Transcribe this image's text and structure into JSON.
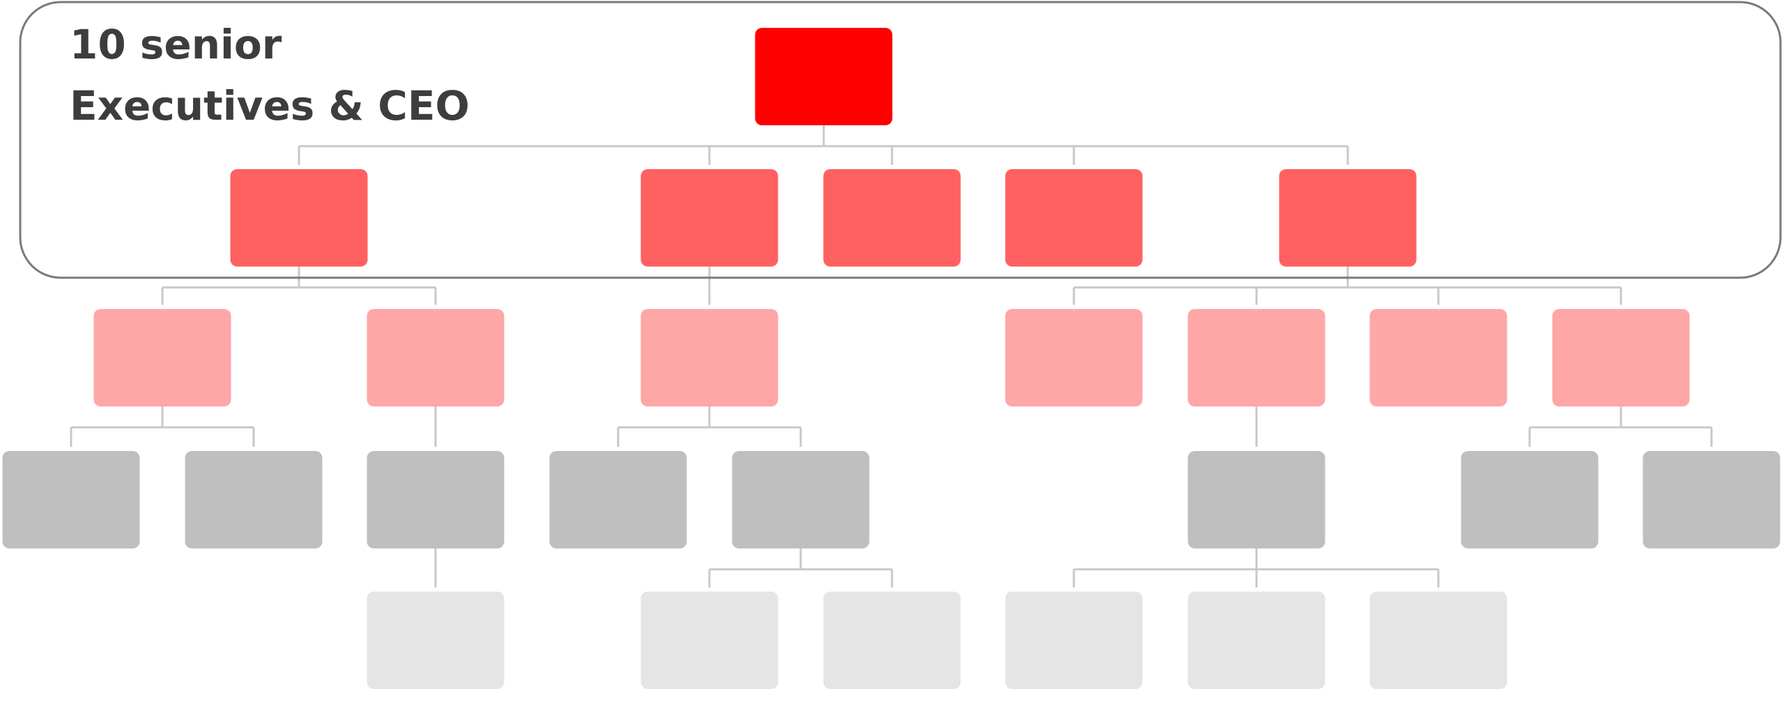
{
  "label": {
    "line1": "10 senior",
    "line2": "Executives & CEO"
  },
  "colors": {
    "ceo": "#ff0000",
    "executive": "#ff6161",
    "manager": "#ffa6a6",
    "staff": "#bfbfbf",
    "junior": "#e6e5e6",
    "connector": "#c8c8c8",
    "highlight_border": "#7a7a7a",
    "label_text": "#3d3d3d"
  },
  "org": {
    "id": "ceo",
    "level": "ceo",
    "children": [
      {
        "id": "exec-1",
        "level": "executive",
        "children": [
          {
            "id": "mgr-1",
            "level": "manager",
            "children": [
              {
                "id": "staff-1",
                "level": "staff"
              },
              {
                "id": "staff-2",
                "level": "staff"
              }
            ]
          },
          {
            "id": "mgr-2",
            "level": "manager",
            "children": [
              {
                "id": "staff-3",
                "level": "staff",
                "children": [
                  {
                    "id": "junior-1",
                    "level": "junior"
                  }
                ]
              }
            ]
          }
        ]
      },
      {
        "id": "exec-2",
        "level": "executive",
        "children": [
          {
            "id": "mgr-3",
            "level": "manager",
            "children": [
              {
                "id": "staff-4",
                "level": "staff"
              },
              {
                "id": "staff-5",
                "level": "staff",
                "children": [
                  {
                    "id": "junior-2",
                    "level": "junior"
                  },
                  {
                    "id": "junior-3",
                    "level": "junior"
                  }
                ]
              }
            ]
          }
        ]
      },
      {
        "id": "exec-3",
        "level": "executive"
      },
      {
        "id": "exec-4",
        "level": "executive"
      },
      {
        "id": "exec-5",
        "level": "executive",
        "children": [
          {
            "id": "mgr-4",
            "level": "manager"
          },
          {
            "id": "mgr-5",
            "level": "manager",
            "children": [
              {
                "id": "staff-6",
                "level": "staff",
                "children": [
                  {
                    "id": "junior-4",
                    "level": "junior"
                  },
                  {
                    "id": "junior-5",
                    "level": "junior"
                  },
                  {
                    "id": "junior-6",
                    "level": "junior"
                  }
                ]
              }
            ]
          },
          {
            "id": "mgr-6",
            "level": "manager"
          },
          {
            "id": "mgr-7",
            "level": "manager",
            "children": [
              {
                "id": "staff-7",
                "level": "staff"
              },
              {
                "id": "staff-8",
                "level": "staff"
              }
            ]
          }
        ]
      }
    ]
  }
}
